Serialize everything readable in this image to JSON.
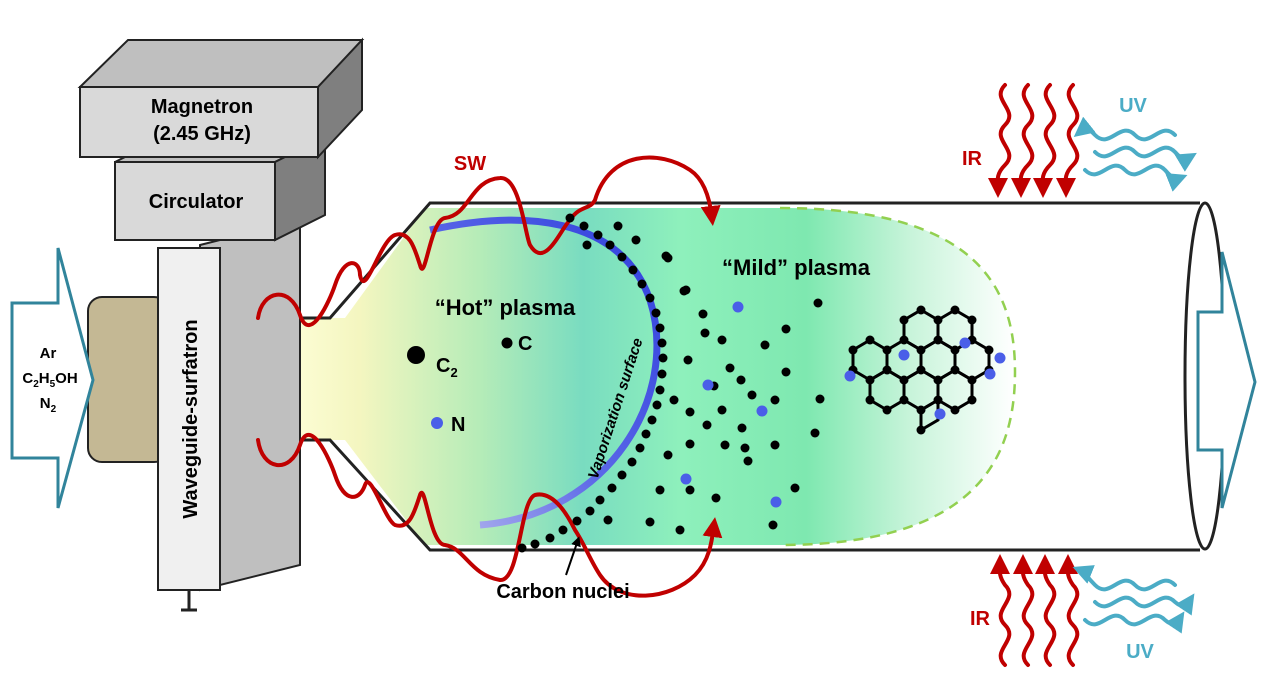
{
  "labels": {
    "magnetron_line1": "Magnetron",
    "magnetron_line2": "(2.45 GHz)",
    "circulator": "Circulator",
    "waveguide": "Waveguide-surfatron",
    "gas": {
      "ar": "Ar",
      "c2h5oh": "C",
      "h_sub_2": "2",
      "h": "H",
      "h_sub_5": "5",
      "oh": "OH",
      "n": "N",
      "n_sub": "2"
    },
    "sw": "SW",
    "hot_plasma": "“Hot” plasma",
    "mild_plasma": "“Mild” plasma",
    "c2_main": "C",
    "c2_sub": "2",
    "c": "C",
    "n_atom": "N",
    "vaporization": "Vaporization  surface",
    "carbon_nuclei": "Carbon nuclei",
    "ir_top": "IR",
    "uv_top": "UV",
    "ir_bottom": "IR",
    "uv_bottom": "UV"
  },
  "colors": {
    "red": "#c00000",
    "uv_blue": "#4bacc6",
    "arrow_outline": "#31849b",
    "vapor_blue": "#3b4fe0",
    "nitrogen_blue": "#4a5ee8",
    "dashed_green": "#92d050",
    "box_gray": "#d9d9d9",
    "inlet_tan": "#c4b894"
  }
}
